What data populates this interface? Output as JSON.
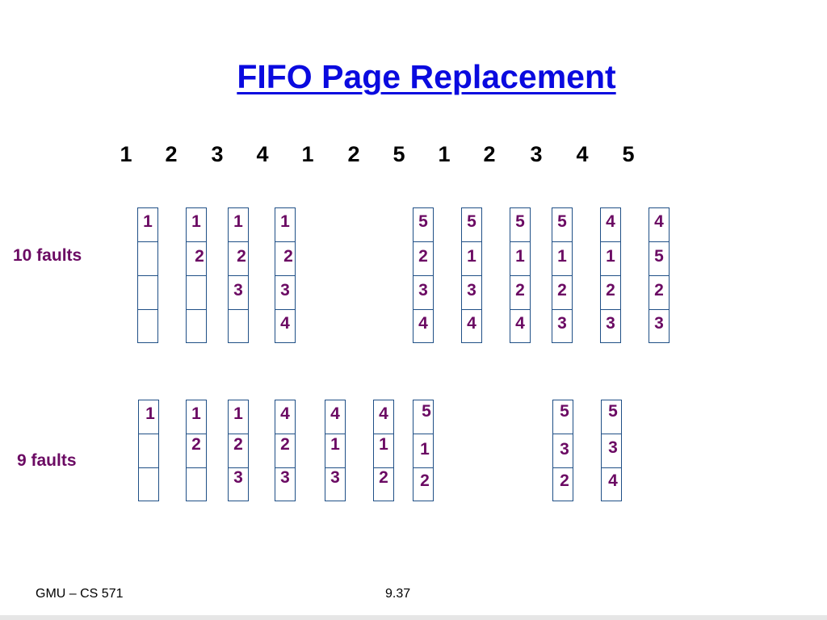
{
  "title": "FIFO Page Replacement",
  "reference_string": [
    "1",
    "2",
    "3",
    "4",
    "1",
    "2",
    "5",
    "1",
    "2",
    "3",
    "4",
    "5"
  ],
  "diagram1": {
    "label": "10 faults",
    "frames": [
      [
        "1",
        "",
        "",
        ""
      ],
      [
        "1",
        "2",
        "",
        ""
      ],
      [
        "1",
        "2",
        "3",
        ""
      ],
      [
        "1",
        "2",
        "3",
        "4"
      ],
      [
        "5",
        "2",
        "3",
        "4"
      ],
      [
        "5",
        "1",
        "3",
        "4"
      ],
      [
        "5",
        "1",
        "2",
        "4"
      ],
      [
        "5",
        "1",
        "2",
        "3"
      ],
      [
        "4",
        "1",
        "2",
        "3"
      ],
      [
        "4",
        "5",
        "2",
        "3"
      ]
    ]
  },
  "diagram2": {
    "label": "9 faults",
    "frames": [
      [
        "1",
        "",
        ""
      ],
      [
        "1",
        "2",
        ""
      ],
      [
        "1",
        "2",
        "3"
      ],
      [
        "4",
        "2",
        "3"
      ],
      [
        "4",
        "1",
        "3"
      ],
      [
        "4",
        "1",
        "2"
      ],
      [
        "5",
        "1",
        "2"
      ],
      [
        "5",
        "3",
        "2"
      ],
      [
        "5",
        "3",
        "4"
      ]
    ]
  },
  "footer": {
    "left": "GMU – CS 571",
    "center": "9.37"
  }
}
